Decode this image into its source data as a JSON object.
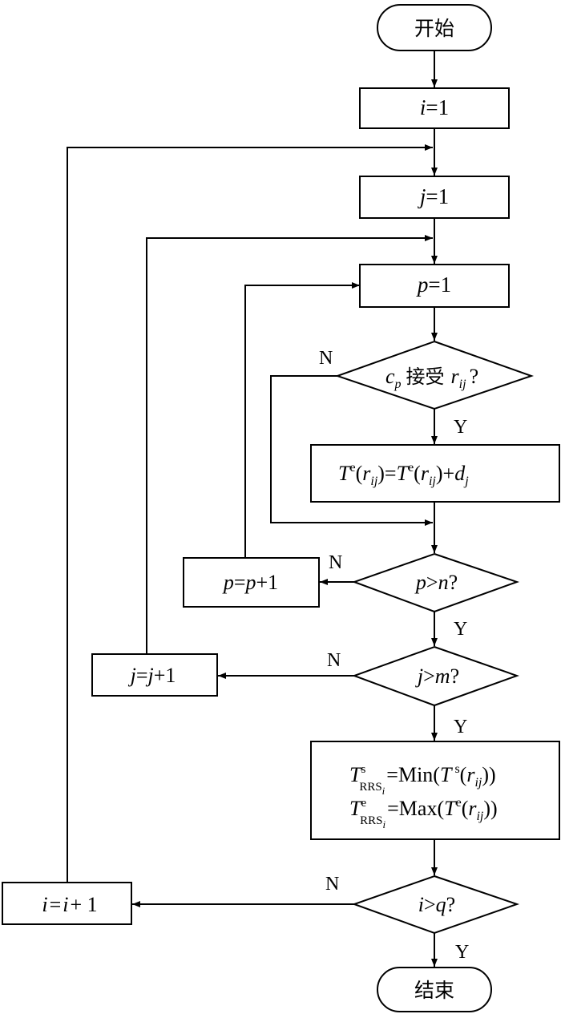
{
  "flowchart": {
    "start": "开始",
    "end": "结束",
    "init_i": {
      "var": "i",
      "eq": "=1"
    },
    "init_j": {
      "var": "j",
      "eq": "=1"
    },
    "init_p": {
      "var": "p",
      "eq": "=1"
    },
    "decision_accept": {
      "c": "c",
      "c_sub": "p",
      "mid": "接受",
      "r": "r",
      "r_sub": "ij",
      "q": "?"
    },
    "update_te": {
      "T1": "T",
      "sup1": "e",
      "paren1": "(",
      "r1": "r",
      "sub1": "ij",
      "close1": ")=",
      "T2": "T",
      "sup2": "e",
      "paren2": "(",
      "r2": "r",
      "sub2": "ij",
      "close2": ")+",
      "d": "d",
      "d_sub": "j"
    },
    "decision_p": {
      "var": "p",
      "op": ">",
      "lim": "n",
      "q": "?"
    },
    "increment_p": {
      "a": "p",
      "eq": "=",
      "b": "p",
      "plus": "+1"
    },
    "decision_j": {
      "var": "j",
      "op": ">",
      "lim": "m",
      "q": "?"
    },
    "increment_j": {
      "a": "j",
      "eq": "=",
      "b": "j",
      "plus": "+1"
    },
    "rrs_bounds": {
      "line1": {
        "T": "T",
        "sup": "s",
        "sub": "RRS",
        "subsub": "i",
        "eq": "=Min(",
        "T2": "T",
        "sup2": "s",
        "open": "(",
        "r": "r",
        "rsub": "ij",
        "close": "))"
      },
      "line2": {
        "T": "T",
        "sup": "e",
        "sub": "RRS",
        "subsub": "i",
        "eq": "=Max(",
        "T2": "T",
        "sup2": "e",
        "open": "(",
        "r": "r",
        "rsub": "ij",
        "close": "))"
      }
    },
    "decision_i": {
      "var": "i",
      "op": ">",
      "lim": "q",
      "q": "?"
    },
    "increment_i": {
      "a": "i",
      "eq": "=",
      "b": "i",
      "plus": "+ 1"
    },
    "labels": {
      "no": "N",
      "yes": "Y"
    }
  }
}
